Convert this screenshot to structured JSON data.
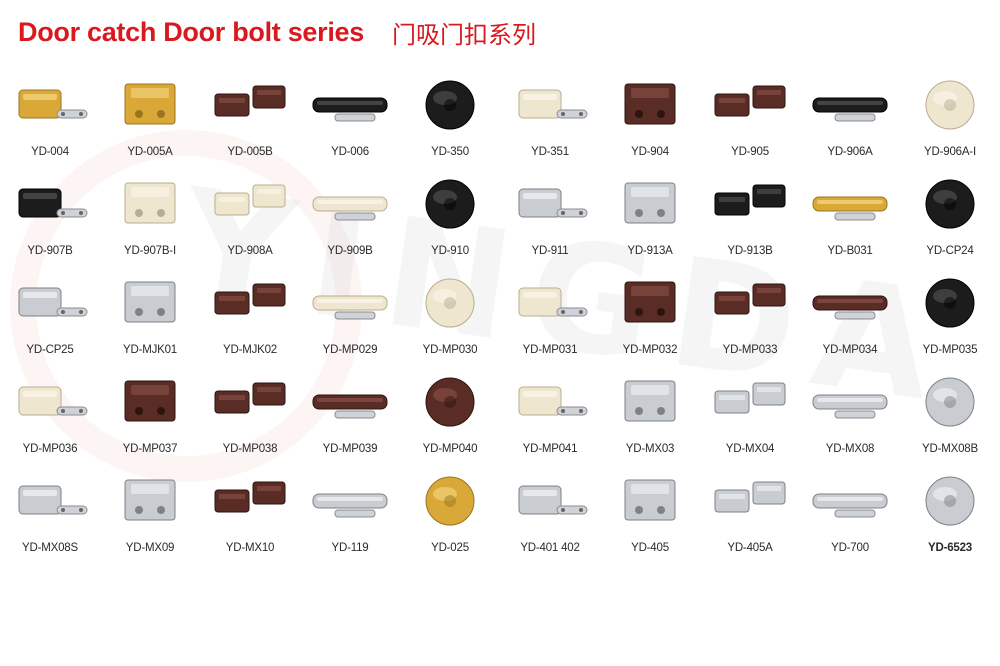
{
  "header": {
    "title": "Door catch Door bolt series",
    "title_cn": "门吸门扣系列"
  },
  "colors": {
    "title": "#d8191f",
    "brass": "#d9a836",
    "brown": "#5a2c26",
    "black": "#1c1c1c",
    "chrome": "#c9ccd1",
    "ivory": "#efe6cf",
    "red": "#c4271f"
  },
  "products": [
    {
      "code": "YD-004",
      "style": "brass"
    },
    {
      "code": "YD-005A",
      "style": "brass"
    },
    {
      "code": "YD-005B",
      "style": "brown"
    },
    {
      "code": "YD-006",
      "style": "black"
    },
    {
      "code": "YD-350",
      "style": "black"
    },
    {
      "code": "YD-351",
      "style": "ivory"
    },
    {
      "code": "YD-904",
      "style": "brown"
    },
    {
      "code": "YD-905",
      "style": "brown"
    },
    {
      "code": "YD-906A",
      "style": "black"
    },
    {
      "code": "YD-906A-I",
      "style": "ivory"
    },
    {
      "code": "YD-907B",
      "style": "black"
    },
    {
      "code": "YD-907B-I",
      "style": "ivory"
    },
    {
      "code": "YD-908A",
      "style": "ivory"
    },
    {
      "code": "YD-909B",
      "style": "ivory"
    },
    {
      "code": "YD-910",
      "style": "black"
    },
    {
      "code": "YD-911",
      "style": "chrome"
    },
    {
      "code": "YD-913A",
      "style": "chrome"
    },
    {
      "code": "YD-913B",
      "style": "black"
    },
    {
      "code": "YD-B031",
      "style": "brass"
    },
    {
      "code": "YD-CP24",
      "style": "black"
    },
    {
      "code": "YD-CP25",
      "style": "chrome"
    },
    {
      "code": "YD-MJK01",
      "style": "chrome"
    },
    {
      "code": "YD-MJK02",
      "style": "brown"
    },
    {
      "code": "YD-MP029",
      "style": "ivory"
    },
    {
      "code": "YD-MP030",
      "style": "ivory"
    },
    {
      "code": "YD-MP031",
      "style": "ivory"
    },
    {
      "code": "YD-MP032",
      "style": "brown"
    },
    {
      "code": "YD-MP033",
      "style": "brown"
    },
    {
      "code": "YD-MP034",
      "style": "brown"
    },
    {
      "code": "YD-MP035",
      "style": "black"
    },
    {
      "code": "YD-MP036",
      "style": "ivory"
    },
    {
      "code": "YD-MP037",
      "style": "brown"
    },
    {
      "code": "YD-MP038",
      "style": "brown"
    },
    {
      "code": "YD-MP039",
      "style": "brown"
    },
    {
      "code": "YD-MP040",
      "style": "brown"
    },
    {
      "code": "YD-MP041",
      "style": "ivory"
    },
    {
      "code": "YD-MX03",
      "style": "chrome"
    },
    {
      "code": "YD-MX04",
      "style": "chrome"
    },
    {
      "code": "YD-MX08",
      "style": "chrome"
    },
    {
      "code": "YD-MX08B",
      "style": "chrome"
    },
    {
      "code": "YD-MX08S",
      "style": "chrome"
    },
    {
      "code": "YD-MX09",
      "style": "chrome"
    },
    {
      "code": "YD-MX10",
      "style": "brown"
    },
    {
      "code": "YD-119",
      "style": "chrome"
    },
    {
      "code": "YD-025",
      "style": "brass"
    },
    {
      "code": "YD-401 402",
      "style": "chrome"
    },
    {
      "code": "YD-405",
      "style": "chrome"
    },
    {
      "code": "YD-405A",
      "style": "chrome"
    },
    {
      "code": "YD-700",
      "style": "chrome"
    },
    {
      "code": "YD-6523",
      "style": "chrome",
      "bold": true
    }
  ]
}
